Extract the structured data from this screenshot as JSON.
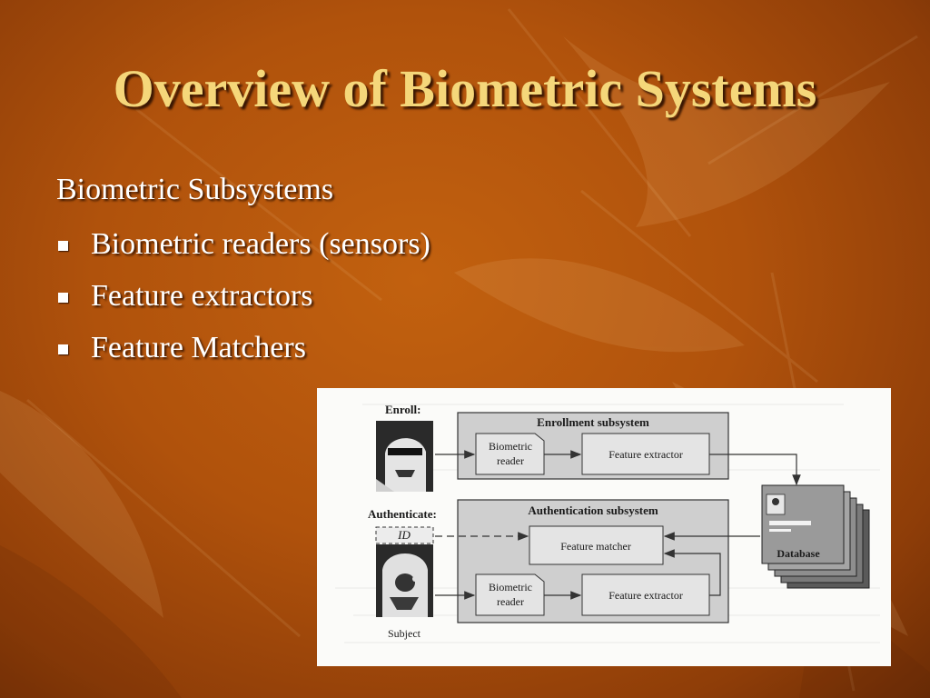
{
  "slide": {
    "title": "Overview of Biometric Systems",
    "subheading": "Biometric Subsystems",
    "bullets": [
      "Biometric readers (sensors)",
      "Feature extractors",
      "Feature Matchers"
    ]
  },
  "diagram": {
    "enroll_label": "Enroll:",
    "authenticate_label": "Authenticate:",
    "id_label": "ID",
    "subject_label": "Subject",
    "enrollment_subsystem": {
      "title": "Enrollment subsystem",
      "reader_line1": "Biometric",
      "reader_line2": "reader",
      "extractor": "Feature extractor"
    },
    "authentication_subsystem": {
      "title": "Authentication subsystem",
      "matcher": "Feature matcher",
      "reader_line1": "Biometric",
      "reader_line2": "reader",
      "extractor": "Feature extractor"
    },
    "database_label": "Database"
  },
  "colors": {
    "title": "#f5d77a",
    "text": "#ffffff",
    "background": "#b0520c",
    "figure_background": "#fbfbf9"
  }
}
